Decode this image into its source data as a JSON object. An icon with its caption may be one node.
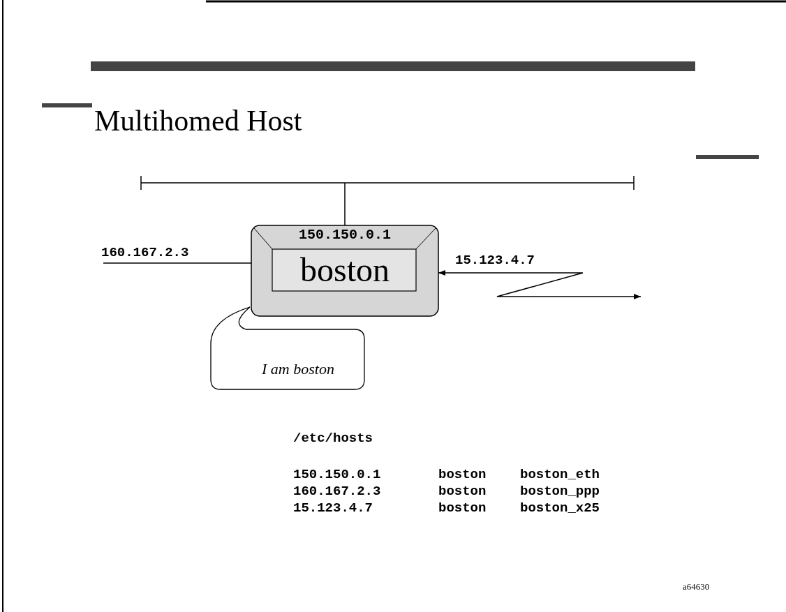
{
  "diagram": {
    "title": "Multihomed Host",
    "nodes": [
      {
        "text": [
          "150.150.0.1",
          "boston"
        ]
      },
      {
        "text": [],
        "shape": "bar"
      },
      {
        "text": [
          "I am boston"
        ]
      }
    ],
    "edges": [
      {
        "from": 1,
        "to": 0,
        "arrow": "none"
      },
      {
        "from": null,
        "to": 0,
        "arrow": "none",
        "label": "160.167.2.3"
      },
      {
        "from": 0,
        "to": null,
        "arrow": "both",
        "label": "15.123.4.7"
      }
    ],
    "labels": [
      "/etc/hosts",
      "150.150.0.1",
      "boston",
      "boston_eth",
      "160.167.2.3",
      "boston",
      "boston_ppp",
      "15.123.4.7",
      "boston",
      "boston_x25",
      "a64630"
    ]
  }
}
